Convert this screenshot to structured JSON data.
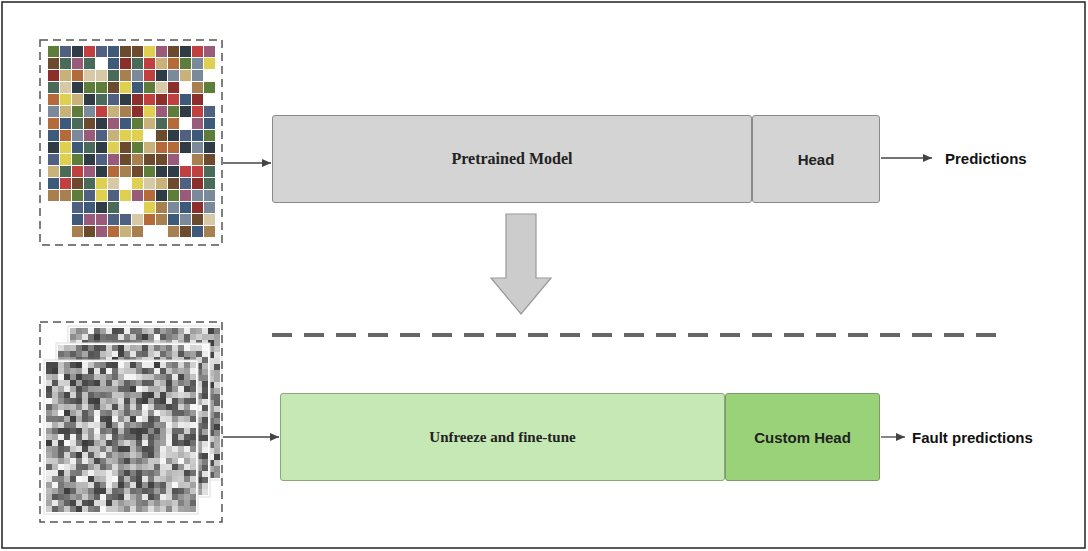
{
  "diagram": {
    "nodes": [
      {
        "text": [
          "Pretrained Model"
        ]
      },
      {
        "text": [
          "Head"
        ]
      },
      {
        "text": [
          "Unfreeze and fine-tune"
        ]
      },
      {
        "text": [
          "Custom Head"
        ]
      }
    ],
    "labels": [
      "Predictions",
      "Fault predictions"
    ]
  }
}
